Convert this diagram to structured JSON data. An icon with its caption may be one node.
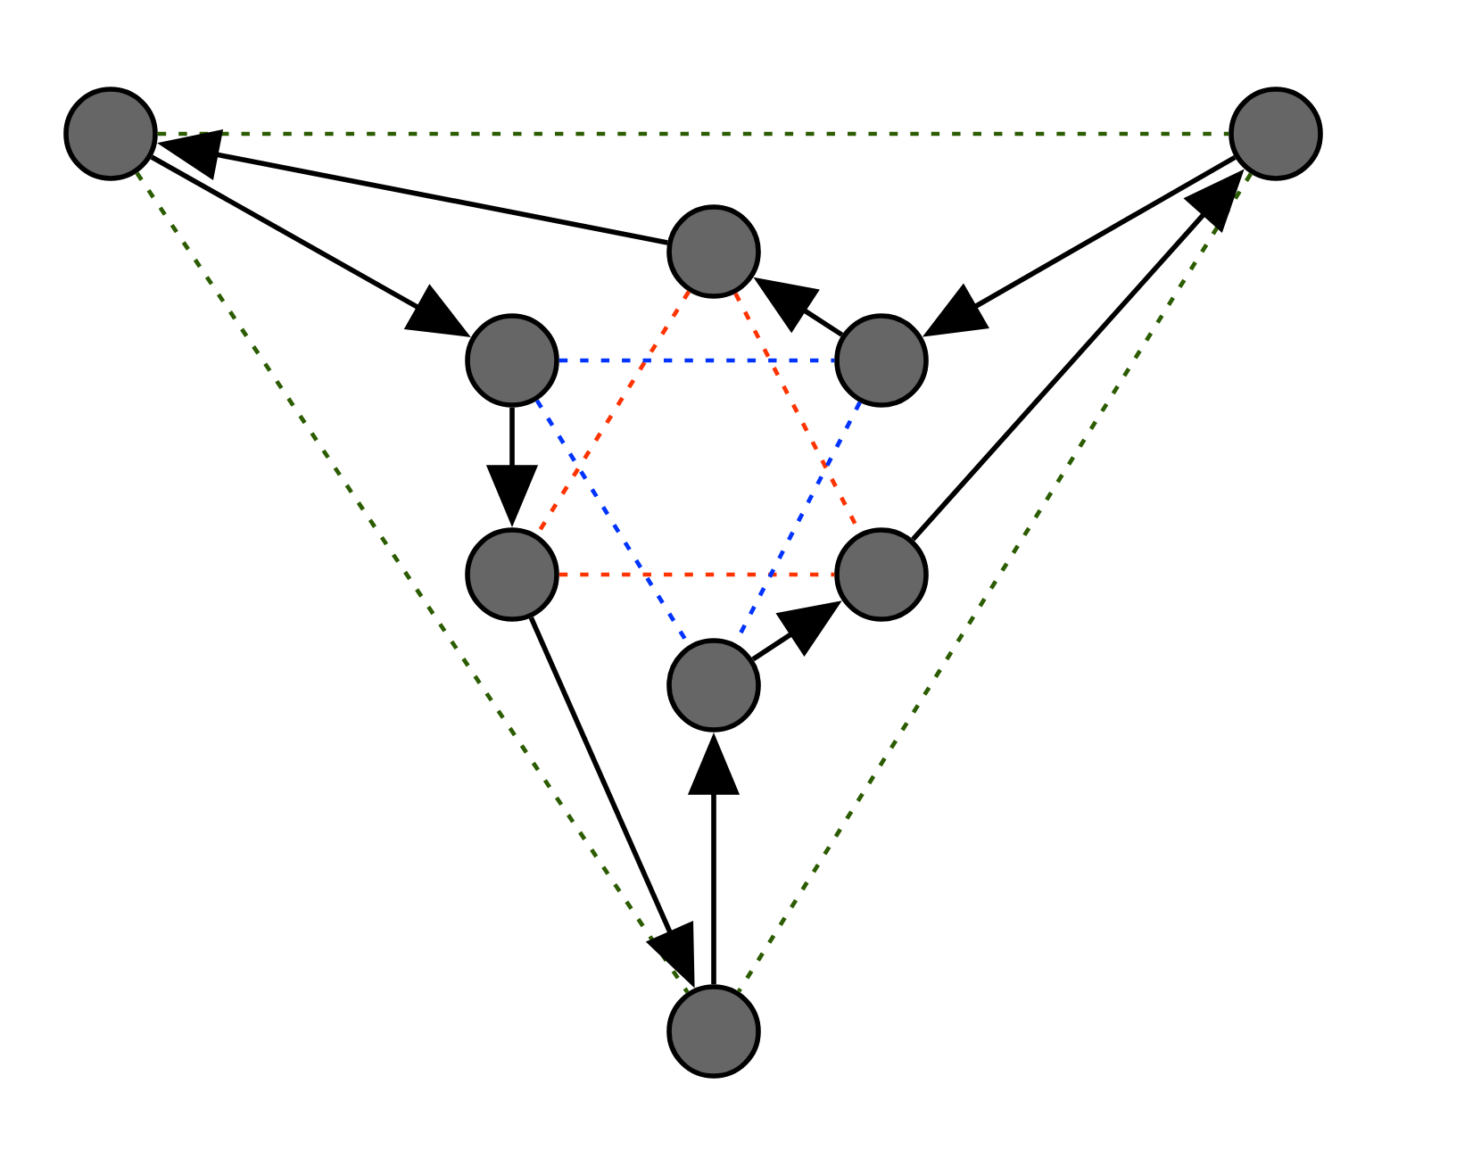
{
  "diagram": {
    "nodes": [
      {
        "text": [],
        "shape": "circle"
      },
      {
        "text": [],
        "shape": "circle"
      },
      {
        "text": [],
        "shape": "circle"
      },
      {
        "text": [],
        "shape": "circle"
      },
      {
        "text": [],
        "shape": "circle"
      },
      {
        "text": [],
        "shape": "circle"
      },
      {
        "text": [],
        "shape": "circle"
      },
      {
        "text": [],
        "shape": "circle"
      },
      {
        "text": [],
        "shape": "circle"
      }
    ],
    "edges": [
      {
        "from": 0,
        "to": 1,
        "arrow": "none",
        "style": "dashed",
        "color": "#2b5c00"
      },
      {
        "from": 0,
        "to": 8,
        "arrow": "none",
        "style": "dashed",
        "color": "#2b5c00"
      },
      {
        "from": 1,
        "to": 8,
        "arrow": "none",
        "style": "dashed",
        "color": "#2b5c00"
      },
      {
        "from": 2,
        "to": 5,
        "arrow": "none",
        "style": "dashed",
        "color": "#ff3300"
      },
      {
        "from": 2,
        "to": 6,
        "arrow": "none",
        "style": "dashed",
        "color": "#ff3300"
      },
      {
        "from": 5,
        "to": 6,
        "arrow": "none",
        "style": "dashed",
        "color": "#ff3300"
      },
      {
        "from": 3,
        "to": 4,
        "arrow": "none",
        "style": "dashed",
        "color": "#0033ff"
      },
      {
        "from": 3,
        "to": 7,
        "arrow": "none",
        "style": "dashed",
        "color": "#0033ff"
      },
      {
        "from": 4,
        "to": 7,
        "arrow": "none",
        "style": "dashed",
        "color": "#0033ff"
      },
      {
        "from": 2,
        "to": 0,
        "arrow": "to"
      },
      {
        "from": 0,
        "to": 3,
        "arrow": "to"
      },
      {
        "from": 3,
        "to": 5,
        "arrow": "to"
      },
      {
        "from": 5,
        "to": 8,
        "arrow": "to"
      },
      {
        "from": 8,
        "to": 7,
        "arrow": "to"
      },
      {
        "from": 7,
        "to": 6,
        "arrow": "to"
      },
      {
        "from": 6,
        "to": 1,
        "arrow": "to"
      },
      {
        "from": 1,
        "to": 4,
        "arrow": "to"
      },
      {
        "from": 4,
        "to": 2,
        "arrow": "to"
      }
    ]
  }
}
